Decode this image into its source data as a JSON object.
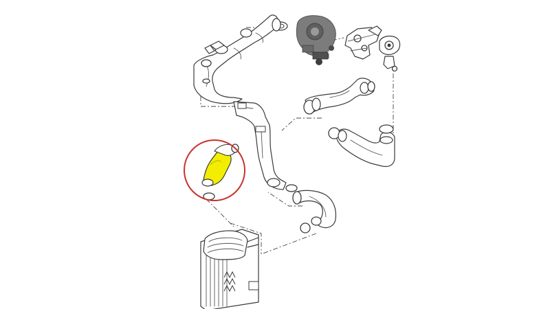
{
  "diagram": {
    "type": "exploded parts diagram",
    "colors": {
      "highlight_part": "#f3ee00",
      "highlight_circle": "#c8322c",
      "line_art": "#3a3a3a",
      "turbo_photo": "#8a8a8a",
      "background": "#ffffff"
    },
    "parts": [
      "intercooler",
      "highlighted-intercooler-hose",
      "charge-air-pipe-vertical",
      "upper-charge-pipe",
      "lower-charge-pipe",
      "throttle-housing",
      "turbocharger",
      "turbo-outlet-pipe",
      "turbo-inlet-elbow",
      "o-rings",
      "hose-clamps"
    ]
  }
}
